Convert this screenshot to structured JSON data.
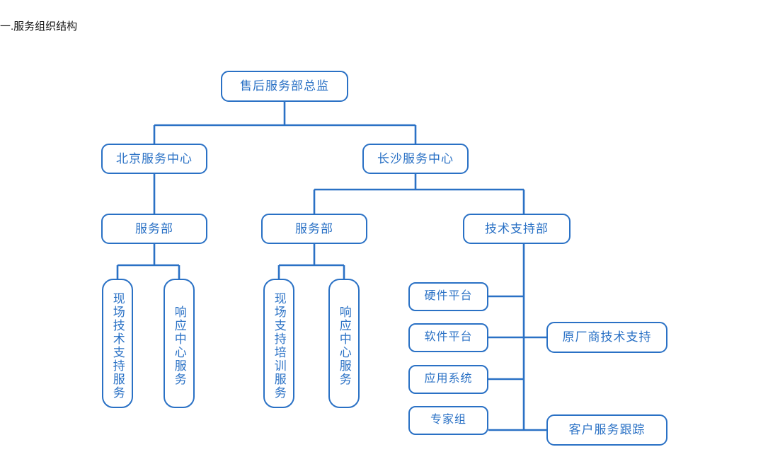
{
  "page": {
    "title": "一.服务组织结构",
    "accent_color": "#2A71C5",
    "background_color": "#ffffff",
    "text_color": "#2A71C5",
    "title_color": "#111111"
  },
  "chart_data": {
    "type": "diagram",
    "title": "一.服务组织结构",
    "subtype": "organization-chart",
    "orientation": "top-down",
    "nodes": [
      {
        "id": "root",
        "label": "售后服务部总监",
        "level": 0,
        "orientation": "horizontal"
      },
      {
        "id": "bj_center",
        "label": "北京服务中心",
        "level": 1,
        "orientation": "horizontal"
      },
      {
        "id": "cs_center",
        "label": "长沙服务中心",
        "level": 1,
        "orientation": "horizontal"
      },
      {
        "id": "bj_service_dept",
        "label": "服务部",
        "level": 2,
        "orientation": "horizontal"
      },
      {
        "id": "cs_service_dept",
        "label": "服务部",
        "level": 2,
        "orientation": "horizontal"
      },
      {
        "id": "cs_tech_dept",
        "label": "技术支持部",
        "level": 2,
        "orientation": "horizontal"
      },
      {
        "id": "bj_field_tech",
        "label": "现场技术支持服务",
        "level": 3,
        "orientation": "vertical"
      },
      {
        "id": "bj_resp_center",
        "label": "响应中心服务",
        "level": 3,
        "orientation": "vertical"
      },
      {
        "id": "cs_field_train",
        "label": "现场支持培训服务",
        "level": 3,
        "orientation": "vertical"
      },
      {
        "id": "cs_resp_center",
        "label": "响应中心服务",
        "level": 3,
        "orientation": "vertical"
      },
      {
        "id": "hardware_platform",
        "label": "硬件平台",
        "level": 3,
        "orientation": "horizontal"
      },
      {
        "id": "software_platform",
        "label": "软件平台",
        "level": 3,
        "orientation": "horizontal"
      },
      {
        "id": "application_system",
        "label": "应用系统",
        "level": 3,
        "orientation": "horizontal"
      },
      {
        "id": "expert_group",
        "label": "专家组",
        "level": 3,
        "orientation": "horizontal"
      },
      {
        "id": "oem_tech_support",
        "label": "原厂商技术支持",
        "level": 3,
        "orientation": "horizontal"
      },
      {
        "id": "customer_service_tracking",
        "label": "客户服务跟踪",
        "level": 3,
        "orientation": "horizontal"
      }
    ],
    "edges": [
      {
        "from": "root",
        "to": "bj_center"
      },
      {
        "from": "root",
        "to": "cs_center"
      },
      {
        "from": "bj_center",
        "to": "bj_service_dept"
      },
      {
        "from": "cs_center",
        "to": "cs_service_dept"
      },
      {
        "from": "cs_center",
        "to": "cs_tech_dept"
      },
      {
        "from": "bj_service_dept",
        "to": "bj_field_tech"
      },
      {
        "from": "bj_service_dept",
        "to": "bj_resp_center"
      },
      {
        "from": "cs_service_dept",
        "to": "cs_field_train"
      },
      {
        "from": "cs_service_dept",
        "to": "cs_resp_center"
      },
      {
        "from": "cs_tech_dept",
        "to": "hardware_platform"
      },
      {
        "from": "cs_tech_dept",
        "to": "software_platform"
      },
      {
        "from": "cs_tech_dept",
        "to": "application_system"
      },
      {
        "from": "cs_tech_dept",
        "to": "expert_group"
      },
      {
        "from": "cs_tech_dept",
        "to": "oem_tech_support"
      },
      {
        "from": "cs_tech_dept",
        "to": "customer_service_tracking"
      }
    ]
  }
}
